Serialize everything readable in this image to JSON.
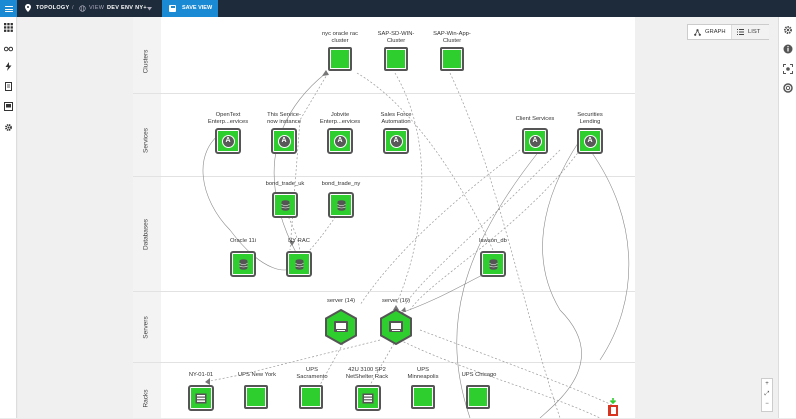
{
  "topbar": {
    "topology_label": "TOPOLOGY",
    "separator": "/",
    "view_prefix": "VIEW",
    "view_name": "DEV ENV NY+",
    "save_label": "SAVE VIEW"
  },
  "view_toggle": {
    "graph_label": "GRAPH",
    "list_label": "LIST"
  },
  "lanes": [
    "Clusters",
    "Services",
    "Databases",
    "Servers",
    "Racks"
  ],
  "clusters": [
    {
      "label_line1": "nyc oracle rac",
      "label_line2": "cluster"
    },
    {
      "label_line1": "SAP-SD-WIN-",
      "label_line2": "Cluster"
    },
    {
      "label_line1": "SAP-Win-App-",
      "label_line2": "Cluster"
    }
  ],
  "services": [
    {
      "label_line1": "OpenText",
      "label_line2": "Enterp...ervices"
    },
    {
      "label_line1": "This Service-",
      "label_line2": "now instance"
    },
    {
      "label_line1": "Jobvite",
      "label_line2": "Enterp...ervices"
    },
    {
      "label_line1": "Sales Force",
      "label_line2": "Automation"
    },
    {
      "label_line1": "Client Services",
      "label_line2": ""
    },
    {
      "label_line1": "Securities",
      "label_line2": "Lending"
    }
  ],
  "service_icon_letter": "A",
  "databases": [
    {
      "label": "bond_trade_uk"
    },
    {
      "label": "bond_trade_ny"
    },
    {
      "label": "Oracle 11i"
    },
    {
      "label": "NY RAC"
    },
    {
      "label": "lawson_db"
    }
  ],
  "servers": [
    {
      "label": "server (14)"
    },
    {
      "label": "server (16)"
    }
  ],
  "racks": [
    {
      "label_line1": "NY-01-01",
      "label_line2": ""
    },
    {
      "label_line1": "UPS New York",
      "label_line2": ""
    },
    {
      "label_line1": "UPS",
      "label_line2": "Sacramento"
    },
    {
      "label_line1": "42U 3100 SP2",
      "label_line2": "NetShelter Rack"
    },
    {
      "label_line1": "UPS",
      "label_line2": "Minneapolis"
    },
    {
      "label_line1": "UPS Chicago",
      "label_line2": ""
    }
  ],
  "zoom": {
    "in": "+",
    "fit": "⤢",
    "out": "−"
  },
  "colors": {
    "node_green": "#2fce2f",
    "topbar": "#1e2b3a",
    "accent": "#1a8ad4"
  }
}
